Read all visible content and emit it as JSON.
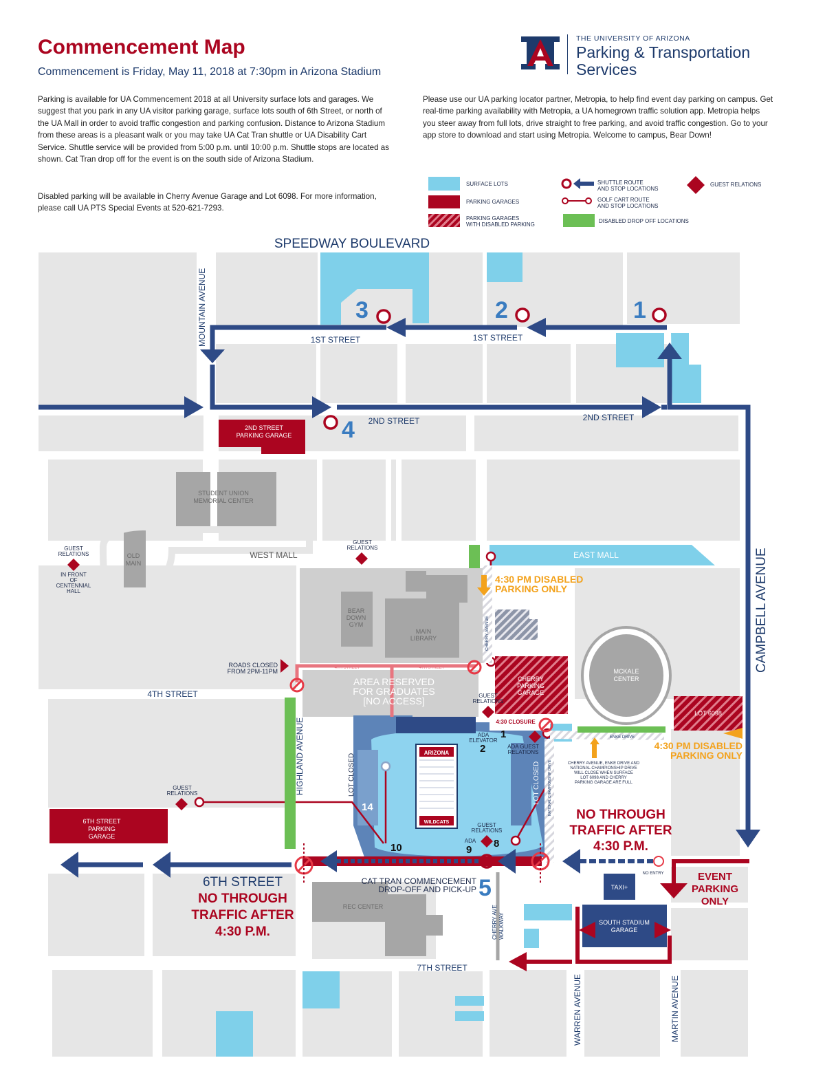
{
  "header": {
    "title": "Commencement Map",
    "subtitle": "Commencement is Friday, May 11, 2018 at 7:30pm in Arizona Stadium",
    "logo": {
      "university": "THE UNIVERSITY OF ARIZONA",
      "department_line1": "Parking & Transportation",
      "department_line2": "Services"
    }
  },
  "intro_text": "Parking is available for UA Commencement 2018 at all University surface lots and garages. We suggest that you park in any UA visitor parking garage, surface lots south of 6th Street, or north of the UA Mall in order to avoid traffic congestion and parking confusion. Distance to Arizona Stadium from these areas is a pleasant walk or you may take UA Cat Tran shuttle or UA Disability Cart Service. Shuttle service will be provided from 5:00 p.m. until 10:00 p.m. Shuttle stops are located as shown. Cat Tran drop off for the event is on the south side of Arizona Stadium.",
  "disabled_parking_text": "Disabled parking will be available in Cherry Avenue Garage and Lot 6098. For more information, please call UA PTS Special Events at 520-621-7293.",
  "metropia_text": "Please use our UA parking locator partner, Metropia, to help find event day parking on campus. Get real-time parking availability with Metropia, a UA homegrown traffic solution app. Metropia helps you steer away from full lots, drive straight to free parking, and avoid traffic congestion. Go to your app store to download and start using Metropia. Welcome to campus, Bear Down!",
  "legend": {
    "surface_lots": "SURFACE LOTS",
    "parking_garages": "PARKING GARAGES",
    "disabled_garages_1": "PARKING GARAGES",
    "disabled_garages_2": "WITH DISABLED PARKING",
    "shuttle_1": "SHUTTLE ROUTE",
    "shuttle_2": "AND STOP LOCATIONS",
    "golf_1": "GOLF CART ROUTE",
    "golf_2": "AND STOP LOCATIONS",
    "disabled_dropoff": "DISABLED DROP OFF LOCATIONS",
    "guest_relations": "GUEST RELATIONS"
  },
  "colors": {
    "surface": "#7fd0ea",
    "garage": "#ab0520",
    "route": "#2e4a86",
    "building": "#a6a6a6",
    "block": "#e6e6e6",
    "dropoff": "#6cbf55",
    "orange": "#f3a21c",
    "stadium": "#5da9d6",
    "navy": "#1d3a6b"
  },
  "map": {
    "streets": {
      "speedway": "SPEEDWAY BOULEVARD",
      "mountain": "MOUNTAIN AVENUE",
      "first_a": "1ST STREET",
      "first_b": "1ST STREET",
      "second_a": "2ND STREET",
      "second_b": "2ND STREET",
      "campbell": "CAMPBELL AVENUE",
      "fourth": "4TH STREET",
      "fourth_closed_a": "4TH STREET",
      "fourth_closed_b": "4TH STREET",
      "highland": "HIGHLAND AVENUE",
      "sixth": "6TH STREET",
      "seventh": "7TH STREET",
      "warren": "WARREN AVENUE",
      "martin": "MARTIN AVENUE",
      "cherry": "CHERRY AVENUE",
      "cherry_walkway_1": "CHERRY AVE",
      "cherry_walkway_2": "WALKWAY",
      "enke": "ENKE DRIVE",
      "national_champ": "NATIONAL CHAMPIONSHIP DRIVE",
      "west_mall": "WEST MALL",
      "east_mall": "EAST MALL"
    },
    "stops": [
      "1",
      "2",
      "3",
      "4",
      "5"
    ],
    "labels": {
      "second_garage_1": "2ND STREET",
      "second_garage_2": "PARKING GARAGE",
      "student_union_1": "STUDENT UNION",
      "student_union_2": "MEMORIAL CENTER",
      "old_main_1": "OLD",
      "old_main_2": "MAIN",
      "guest_relations": "GUEST",
      "relations": "RELATIONS",
      "centennial_1": "IN FRONT",
      "centennial_2": "OF",
      "centennial_3": "CENTENNIAL",
      "centennial_4": "HALL",
      "bear_down_1": "BEAR",
      "bear_down_2": "DOWN",
      "bear_down_3": "GYM",
      "main_library_1": "MAIN",
      "main_library_2": "LIBRARY",
      "disabled_only_1": "4:30 PM DISABLED",
      "disabled_only_2": "PARKING ONLY",
      "roads_closed_1": "ROADS CLOSED",
      "roads_closed_2": "FROM 2PM-11PM",
      "reserved_1": "AREA RESERVED",
      "reserved_2": "FOR GRADUATES",
      "reserved_3": "[NO ACCESS]",
      "cherry_garage_1": "CHERRY",
      "cherry_garage_2": "PARKING",
      "cherry_garage_3": "GARAGE",
      "mckale_1": "MCKALE",
      "mckale_2": "CENTER",
      "lot_6098": "LOT 6098",
      "closure": "4:30 CLOSURE",
      "ada_elevator_1": "ADA",
      "ada_elevator_2": "ELEVATOR",
      "ada_guest_1": "ADA GUEST",
      "ada_guest_2": "RELATIONS",
      "lot_closed": "LOT CLOSED",
      "closure_note_1": "CHERRY AVENUE, ENKE DRIVE AND",
      "closure_note_2": "NATIONAL CHAMPIONSHIP DRIVE",
      "closure_note_3": "WILL CLOSE WHEN SURFACE",
      "closure_note_4": "LOT 6098 AND CHERRY",
      "closure_note_5": "PARKING GARAGE ARE FULL",
      "no_through_1": "NO THROUGH",
      "no_through_2": "TRAFFIC AFTER",
      "no_through_3": "4:30 P.M.",
      "sixth_garage_1": "6TH STREET",
      "sixth_garage_2": "PARKING",
      "sixth_garage_3": "GARAGE",
      "cat_tran_1": "CAT TRAN COMMENCEMENT",
      "cat_tran_2": "DROP-OFF AND PICK-UP",
      "rec_center": "REC CENTER",
      "no_entry": "NO ENTRY",
      "taxi": "TAXI+",
      "event_parking_1": "EVENT",
      "event_parking_2": "PARKING",
      "event_parking_3": "ONLY",
      "south_garage_1": "SOUTH STADIUM",
      "south_garage_2": "GARAGE",
      "stadium_logo": "ARIZONA",
      "stadium_logo_2": "WILDCATS",
      "gate_1": "1",
      "gate_2": "2",
      "gate_8": "8",
      "gate_9": "9",
      "gate_10": "10",
      "gate_14": "14",
      "ada": "ADA"
    }
  }
}
